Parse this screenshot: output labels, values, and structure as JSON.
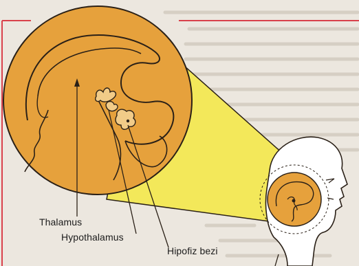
{
  "labels": {
    "thalamus": "Thalamus",
    "hypothalamus": "Hypothalamus",
    "pituitary": "Hipofiz bezi"
  },
  "colors": {
    "background": "#ece7df",
    "border_red": "#d9414b",
    "beam_yellow": "#f3e85a",
    "brain_orange": "#e6a13c",
    "line_dark": "#2a2017"
  }
}
